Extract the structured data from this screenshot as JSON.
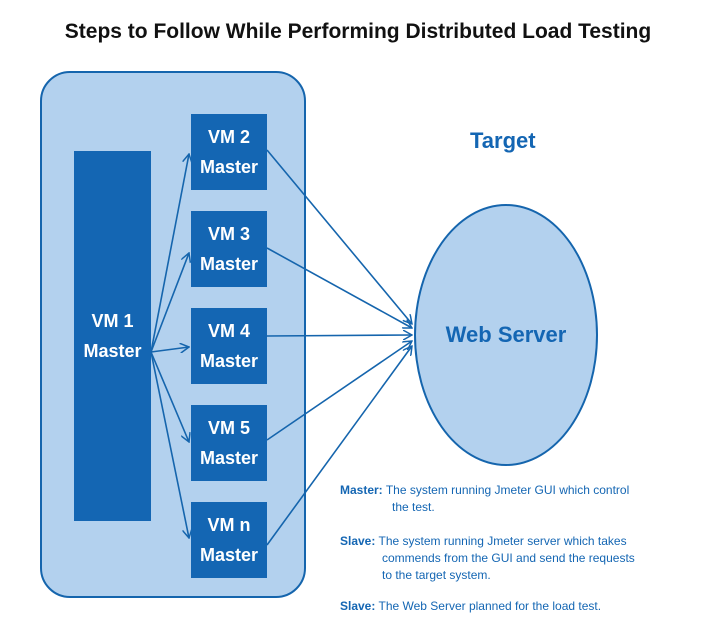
{
  "title": "Steps to Follow While Performing Distributed Load Testing",
  "master_box": {
    "line1": "VM 1",
    "line2": "Master"
  },
  "vm_boxes": [
    {
      "line1": "VM 2",
      "line2": "Master"
    },
    {
      "line1": "VM 3",
      "line2": "Master"
    },
    {
      "line1": "VM 4",
      "line2": "Master"
    },
    {
      "line1": "VM 5",
      "line2": "Master"
    },
    {
      "line1": "VM n",
      "line2": "Master"
    }
  ],
  "target_label": "Target",
  "web_server_label": "Web Server",
  "notes": [
    {
      "term": "Master:",
      "line1": "The system running Jmeter GUI which control",
      "line2": "the test.",
      "line3": ""
    },
    {
      "term": "Slave:",
      "line1": "The system running Jmeter server which takes",
      "line2": "commends from the GUI and send the requests",
      "line3": "to the target system."
    },
    {
      "term": "Slave:",
      "line1": "The Web Server planned for the load test.",
      "line2": "",
      "line3": ""
    }
  ],
  "colors": {
    "accent": "#1466b3",
    "fill_light": "#b3d1ee",
    "text_dark": "#111111"
  }
}
